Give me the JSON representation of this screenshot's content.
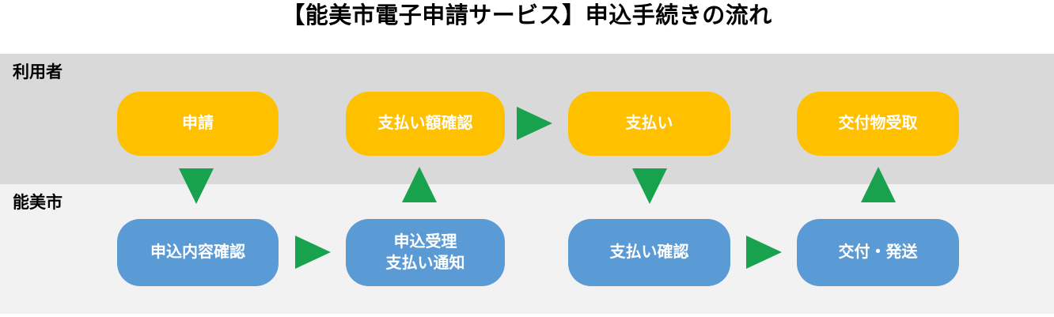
{
  "title": "【能美市電子申請サービス】申込手続きの流れ",
  "lanes": {
    "user": {
      "label": "利用者"
    },
    "city": {
      "label": "能美市"
    }
  },
  "steps": {
    "user": [
      {
        "label": "申請"
      },
      {
        "label": "支払い額確認"
      },
      {
        "label": "支払い"
      },
      {
        "label": "交付物受取"
      }
    ],
    "city": [
      {
        "label": "申込内容確認"
      },
      {
        "label": "申込受理\n支払い通知"
      },
      {
        "label": "支払い確認"
      },
      {
        "label": "交付・発送"
      }
    ]
  },
  "colors": {
    "title_text": "#000000",
    "user_lane_bg": "#D9D9D9",
    "city_lane_bg": "#F2F2F2",
    "user_step_fill": "#FFC000",
    "city_step_fill": "#5B9BD5",
    "step_text": "#FFFFFF",
    "arrow_fill": "#18A24D"
  }
}
